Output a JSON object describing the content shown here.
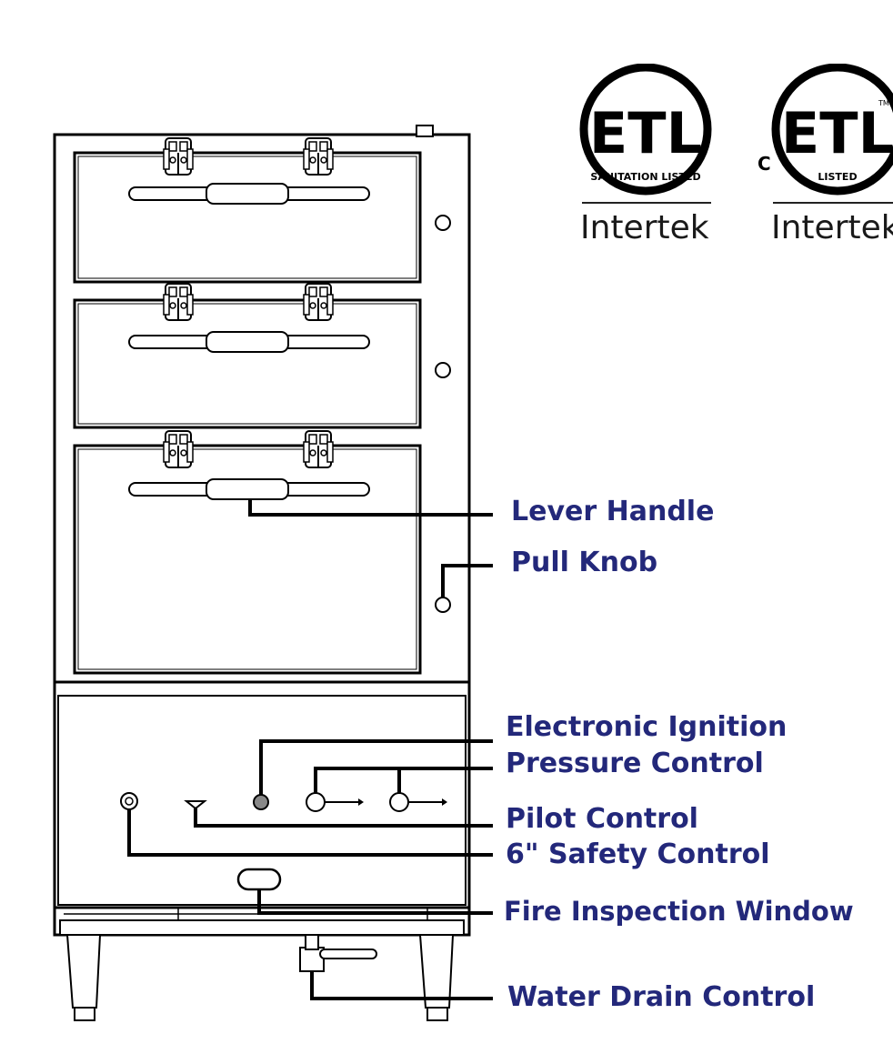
{
  "certifications": [
    {
      "mark": "ETL",
      "ring_text": "SANITATION LISTED",
      "company": "Intertek",
      "prefix": ""
    },
    {
      "mark": "ETL",
      "ring_text": "LISTED",
      "company": "Intertek",
      "prefix": "C",
      "superscript": "TM"
    }
  ],
  "callouts": {
    "lever_handle": "Lever Handle",
    "pull_knob": "Pull Knob",
    "electronic_ignition": "Electronic Ignition",
    "pressure_control": "Pressure Control",
    "pilot_control": "Pilot Control",
    "safety_control": "6\" Safety Control",
    "fire_inspection_window": "Fire Inspection Window",
    "water_drain_control": "Water Drain Control"
  },
  "colors": {
    "label": "#23287a",
    "line": "#000000",
    "cabinet": "#ffffff"
  }
}
